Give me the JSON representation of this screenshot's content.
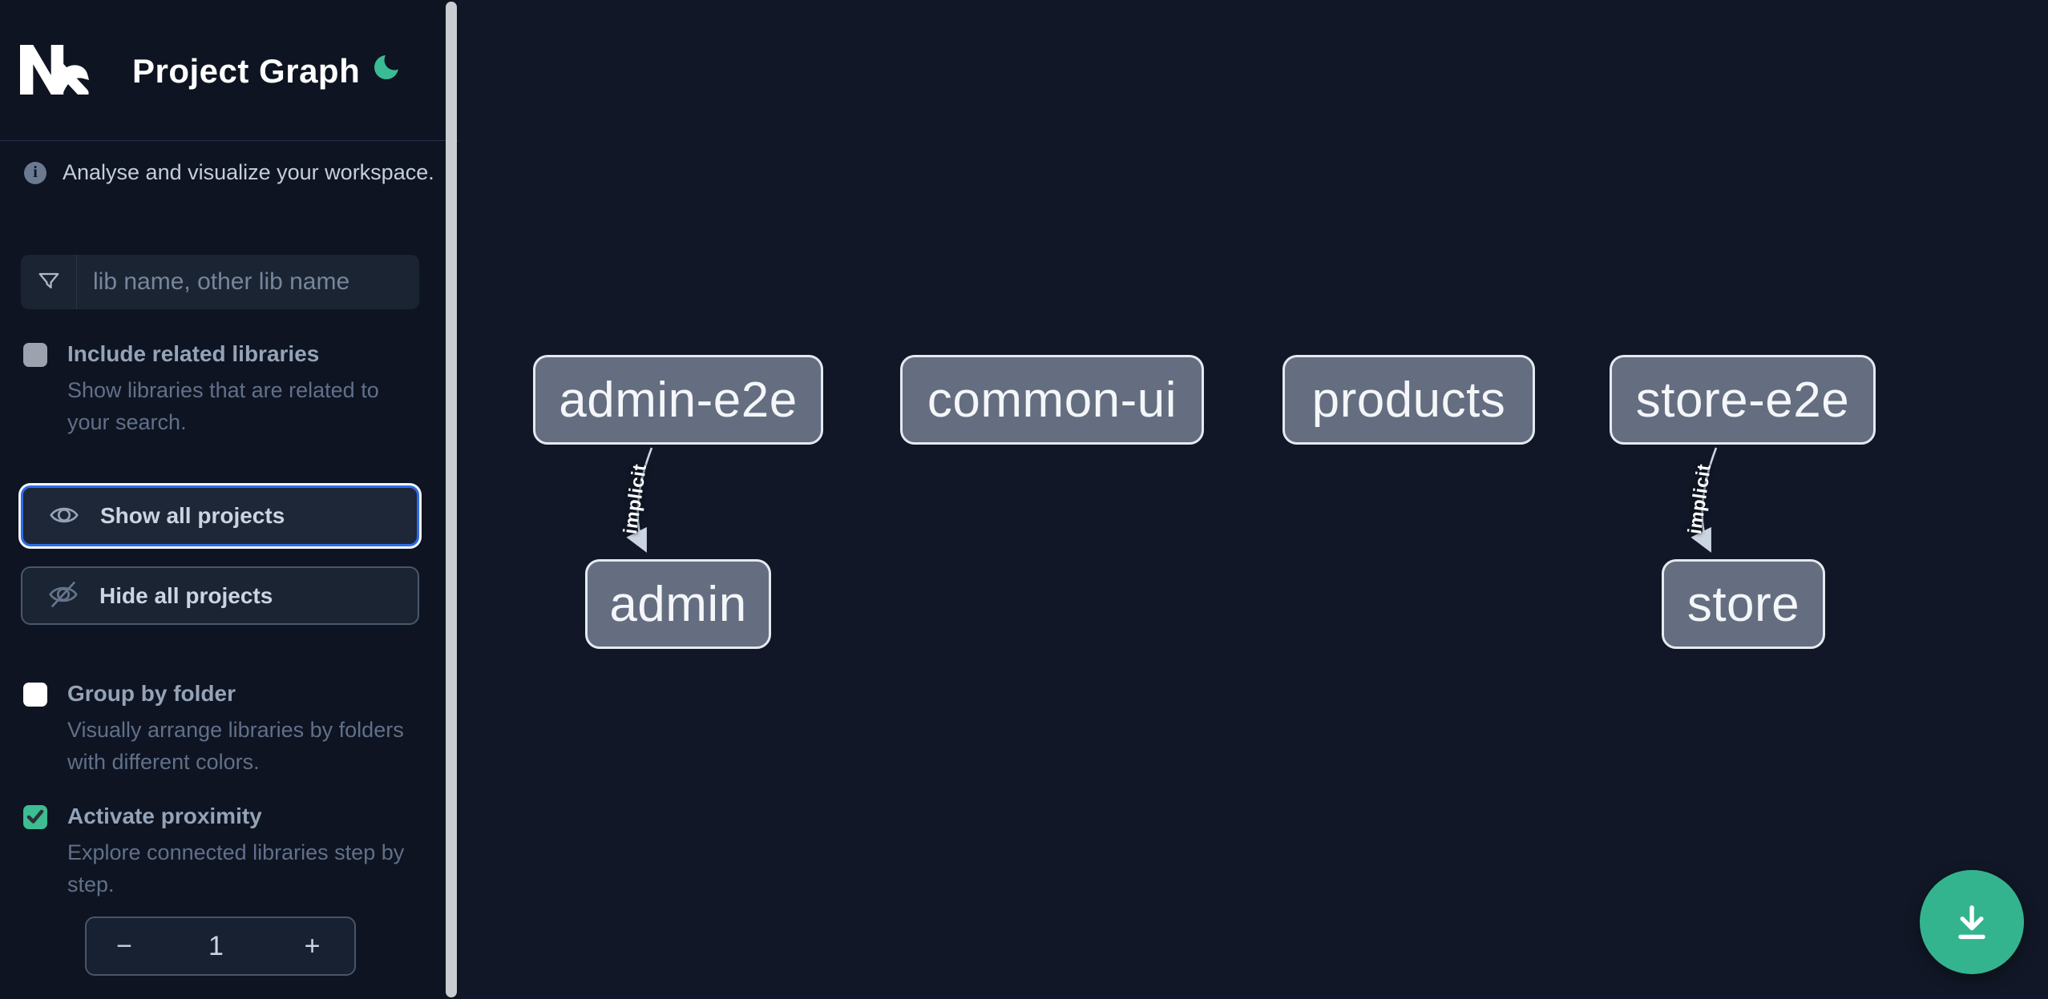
{
  "header": {
    "title": "Project Graph",
    "logo": "nx-logo",
    "theme_icon": "moon-icon"
  },
  "intro": {
    "text": "Analyse and visualize your workspace."
  },
  "search": {
    "placeholder": "lib name, other lib name",
    "value": "",
    "icon": "filter-funnel-icon"
  },
  "options": {
    "include_related": {
      "label": "Include related libraries",
      "description": "Show libraries that are related to your search.",
      "checked": false,
      "enabled": false
    },
    "group_by_folder": {
      "label": "Group by folder",
      "description": "Visually arrange libraries by folders with different colors.",
      "checked": false
    },
    "activate_proximity": {
      "label": "Activate proximity",
      "description": "Explore connected libraries step by step.",
      "checked": true
    }
  },
  "buttons": {
    "show_all": "Show all projects",
    "hide_all": "Hide all projects"
  },
  "stepper": {
    "decrement": "−",
    "value": "1",
    "increment": "+"
  },
  "graph": {
    "nodes": [
      {
        "id": "admin-e2e",
        "label": "admin-e2e"
      },
      {
        "id": "common-ui",
        "label": "common-ui"
      },
      {
        "id": "products",
        "label": "products"
      },
      {
        "id": "store-e2e",
        "label": "store-e2e"
      },
      {
        "id": "admin",
        "label": "admin"
      },
      {
        "id": "store",
        "label": "store"
      }
    ],
    "edges": [
      {
        "source": "admin-e2e",
        "target": "admin",
        "label": "implicit"
      },
      {
        "source": "store-e2e",
        "target": "store",
        "label": "implicit"
      }
    ]
  },
  "fab": {
    "icon": "download-icon"
  },
  "colors": {
    "accent_green": "#3abb96",
    "fab_green": "#34b48e",
    "checkbox_green": "#3dbd92",
    "focus_blue": "#2e6ce8",
    "node_fill": "#646e80",
    "node_border": "#e5eaf0",
    "sidebar_bg": "#0e1421",
    "canvas_bg": "#111726"
  }
}
